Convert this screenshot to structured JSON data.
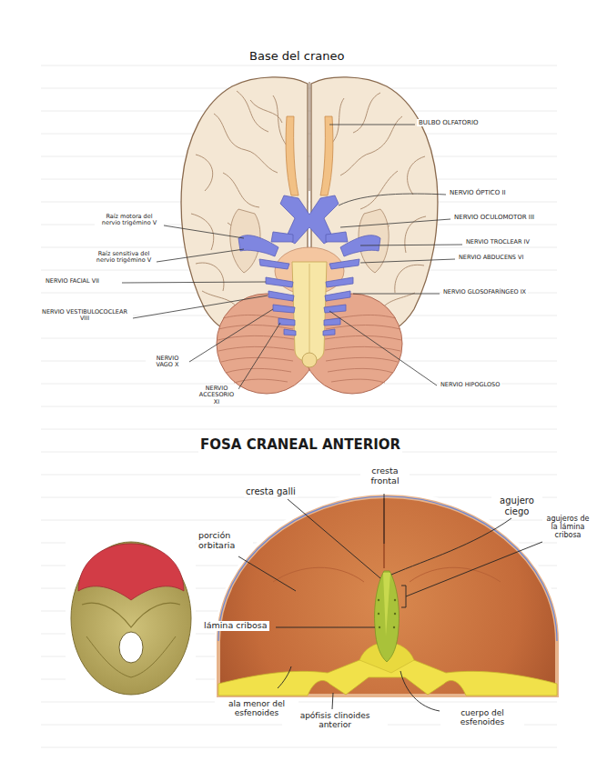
{
  "diagram": {
    "title": "Base del craneo",
    "labels": [
      "BULBO OLFATORIO",
      "NERVIO ÓPTICO II",
      "NERVIO OCULOMOTOR III",
      "Raíz motora del nervio trigémino V",
      "NERVIO TROCLEAR IV",
      "Raíz sensitiva del nervio trigémino V",
      "NERVIO ABDUCENS VI",
      "NERVIO FACIAL VII",
      "NERVIO GLOSOFARÍNGEO IX",
      "NERVIO VESTIBULOCOCLEAR VIII",
      "NERVIO VAGO X",
      "NERVIO HIPOGLOSO",
      "NERVIO ACCESORIO XI",
      "FOSA CRANEAL ANTERIOR",
      "cresta frontal",
      "cresta galli",
      "agujero ciego",
      "agujeros de la lámina cribosa",
      "porción orbitaria",
      "lámina cribosa",
      "ala menor del esfenoides",
      "apófisis clinoides anterior",
      "cuerpo del esfenoides"
    ]
  }
}
